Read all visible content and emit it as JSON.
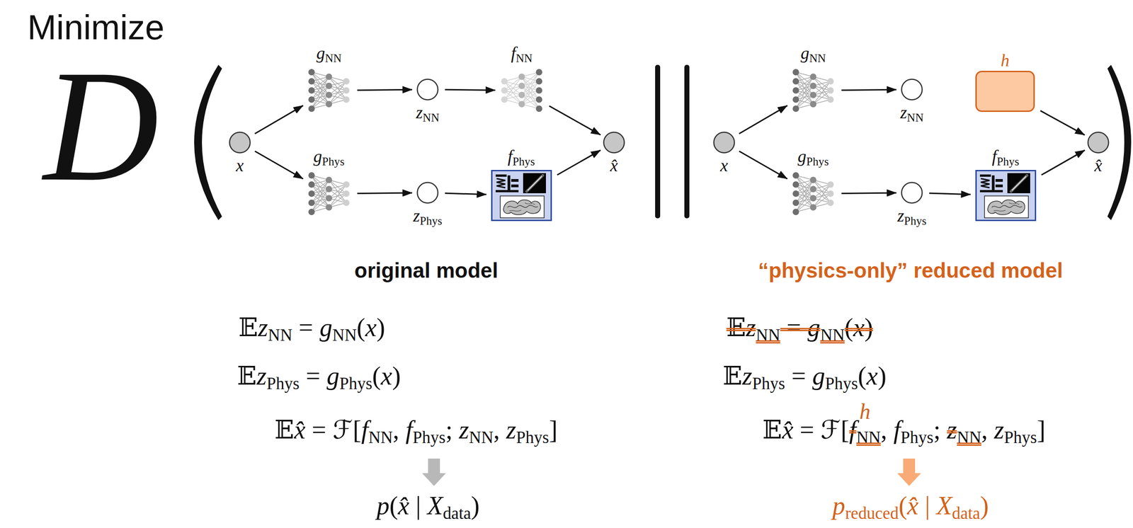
{
  "diagram": {
    "title": "Minimize",
    "nodes": [
      {
        "text": [
          "x"
        ]
      },
      {
        "text": [
          "gNN"
        ]
      },
      {
        "text": [
          "zNN"
        ]
      },
      {
        "text": [
          "fNN"
        ]
      },
      {
        "text": [
          "gPhys"
        ]
      },
      {
        "text": [
          "zPhys"
        ]
      },
      {
        "text": [
          "fPhys"
        ]
      },
      {
        "text": [
          "x̂"
        ]
      },
      {
        "text": [
          "x"
        ]
      },
      {
        "text": [
          "gNN"
        ]
      },
      {
        "text": [
          "zNN"
        ]
      },
      {
        "text": [
          "h"
        ]
      },
      {
        "text": [
          "gPhys"
        ]
      },
      {
        "text": [
          "zPhys"
        ]
      },
      {
        "text": [
          "fPhys"
        ]
      },
      {
        "text": [
          "x̂"
        ]
      }
    ],
    "edges": [
      {
        "from": 0,
        "to": 1,
        "arrow": "to"
      },
      {
        "from": 1,
        "to": 2,
        "arrow": "to"
      },
      {
        "from": 2,
        "to": 3,
        "arrow": "to"
      },
      {
        "from": 3,
        "to": 7,
        "arrow": "to"
      },
      {
        "from": 0,
        "to": 4,
        "arrow": "to"
      },
      {
        "from": 4,
        "to": 5,
        "arrow": "to"
      },
      {
        "from": 5,
        "to": 6,
        "arrow": "to"
      },
      {
        "from": 6,
        "to": 7,
        "arrow": "to"
      },
      {
        "from": 8,
        "to": 9,
        "arrow": "to"
      },
      {
        "from": 9,
        "to": 10,
        "arrow": "to"
      },
      {
        "from": 11,
        "to": 15,
        "arrow": "to"
      },
      {
        "from": 8,
        "to": 12,
        "arrow": "to"
      },
      {
        "from": 12,
        "to": 13,
        "arrow": "to"
      },
      {
        "from": 13,
        "to": 14,
        "arrow": "to"
      },
      {
        "from": 14,
        "to": 15,
        "arrow": "to"
      }
    ],
    "labels": [
      "D",
      "original model",
      "“physics-only” reduced model",
      "𝔼zNN = gNN(x)",
      "𝔼zPhys = gPhys(x)",
      "𝔼x̂ = ℱ[fNN, fPhys; zNN, zPhys]",
      "p(x̂ | Xdata)",
      "𝔼zNN = gNN(x)",
      "𝔼zPhys = gPhys(x)",
      "𝔼x̂ = ℱ[fNN, fPhys; zNN, zPhys]",
      "h",
      "preduced(x̂ | Xdata)"
    ]
  }
}
